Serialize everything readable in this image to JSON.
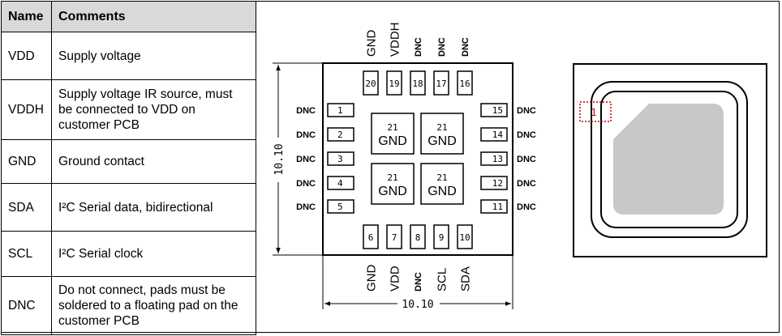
{
  "table": {
    "headers": {
      "name": "Name",
      "comments": "Comments"
    },
    "rows": [
      {
        "name": "VDD",
        "comment": "Supply voltage"
      },
      {
        "name": "VDDH",
        "comment": "Supply voltage IR source, must be connected to VDD on customer PCB"
      },
      {
        "name": "GND",
        "comment": "Ground contact"
      },
      {
        "name": "SDA",
        "comment": "I²C Serial data, bidirectional"
      },
      {
        "name": "SCL",
        "comment": "I²C Serial clock"
      },
      {
        "name": "DNC",
        "comment": "Do not connect, pads must be soldered to a floating pad on the customer PCB"
      }
    ]
  },
  "package": {
    "top_pins": [
      {
        "num": "20",
        "label": "GND"
      },
      {
        "num": "19",
        "label": "VDDH"
      },
      {
        "num": "18",
        "label": "DNC"
      },
      {
        "num": "17",
        "label": "DNC"
      },
      {
        "num": "16",
        "label": "DNC"
      }
    ],
    "bottom_pins": [
      {
        "num": "6",
        "label": "GND"
      },
      {
        "num": "7",
        "label": "VDD"
      },
      {
        "num": "8",
        "label": "DNC"
      },
      {
        "num": "9",
        "label": "SCL"
      },
      {
        "num": "10",
        "label": "SDA"
      }
    ],
    "left_pins": [
      {
        "num": "1",
        "label": "DNC"
      },
      {
        "num": "2",
        "label": "DNC"
      },
      {
        "num": "3",
        "label": "DNC"
      },
      {
        "num": "4",
        "label": "DNC"
      },
      {
        "num": "5",
        "label": "DNC"
      }
    ],
    "right_pins": [
      {
        "num": "15",
        "label": "DNC"
      },
      {
        "num": "14",
        "label": "DNC"
      },
      {
        "num": "13",
        "label": "DNC"
      },
      {
        "num": "12",
        "label": "DNC"
      },
      {
        "num": "11",
        "label": "DNC"
      }
    ],
    "center_pads": [
      {
        "num": "21",
        "label": "GND"
      },
      {
        "num": "21",
        "label": "GND"
      },
      {
        "num": "21",
        "label": "GND"
      },
      {
        "num": "21",
        "label": "GND"
      }
    ],
    "dimension_width": "10.10",
    "dimension_height": "10.10"
  },
  "top_view": {
    "pin1_marker": "1",
    "marker_color": "#cc0000",
    "window_color": "#c8c8c8"
  }
}
